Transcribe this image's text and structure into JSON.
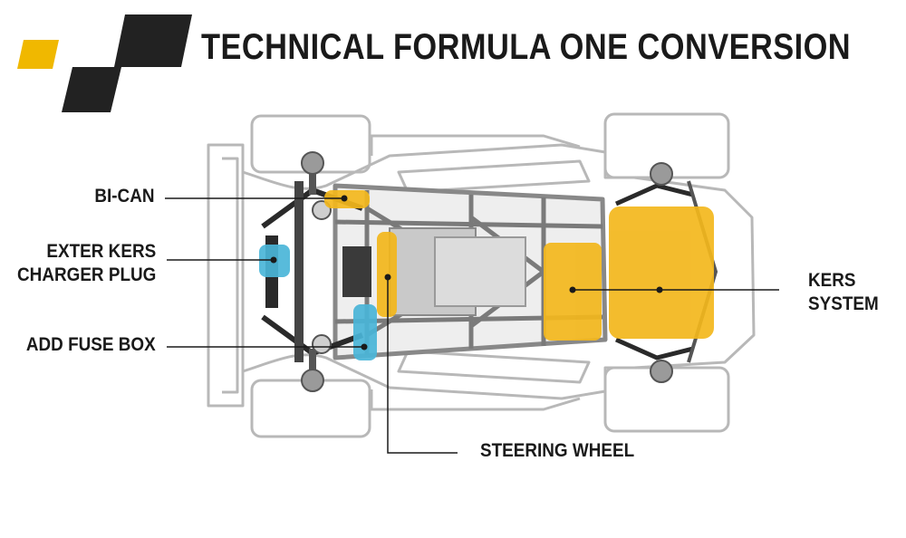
{
  "title": "TECHNICAL FORMULA ONE CONVERSION",
  "colors": {
    "accent_yellow": "#f0b800",
    "highlight_yellow": "#f3b71c",
    "highlight_blue": "#4ab5d8",
    "logo_black": "#222222",
    "text": "#1a1a1a",
    "outline": "#b8b8b8"
  },
  "callouts": {
    "bi_can": "BI-CAN",
    "exter_kers_line1": "EXTER KERS",
    "exter_kers_line2": "CHARGER PLUG",
    "add_fuse_box": "ADD FUSE BOX",
    "steering_wheel": "STEERING WHEEL",
    "kers_line1": "KERS",
    "kers_line2": "SYSTEM"
  }
}
